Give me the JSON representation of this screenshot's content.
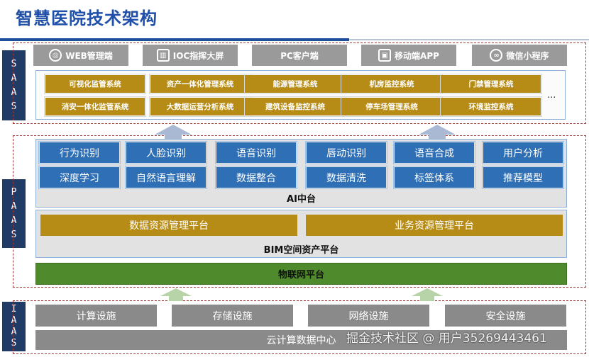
{
  "title": "智慧医院技术架构",
  "layers": {
    "saas": [
      "S",
      "A",
      "A",
      "S"
    ],
    "paas": [
      "P",
      "A",
      "A",
      "S"
    ],
    "iaas": [
      "I",
      "A",
      "A",
      "S"
    ]
  },
  "clients": [
    {
      "label": "WEB管理端",
      "icon": "globe-icon",
      "glyph": "◎"
    },
    {
      "label": "IOC指挥大屏",
      "icon": "bar-chart-icon",
      "glyph": "▥"
    },
    {
      "label": "PC客户端",
      "icon": "monitor-icon",
      "glyph": ""
    },
    {
      "label": "移动端APP",
      "icon": "app-icon",
      "glyph": "▣"
    },
    {
      "label": "微信小程序",
      "icon": "mini-program-icon",
      "glyph": "∞"
    }
  ],
  "systems": [
    "可视化监管系统",
    "资产一体化管理系统",
    "能源管理系统",
    "机房监控系统",
    "门禁管理系统",
    "消安一体化监管系统",
    "大数据运营分析系统",
    "建筑设备监控系统",
    "停车场管理系统",
    "环境监控系统"
  ],
  "systems_more": "...",
  "ai_cells": [
    "行为识别",
    "人脸识别",
    "语音识别",
    "唇动识别",
    "语音合成",
    "用户分析",
    "深度学习",
    "自然语言理解",
    "数据整合",
    "数据清洗",
    "标签体系",
    "推荐模型"
  ],
  "ai_platform": "AI中台",
  "resource_platforms": [
    "数据资源管理平台",
    "业务资源管理平台"
  ],
  "bim_platform": "BIM空间资产平台",
  "iot_platform": "物联网平台",
  "infrastructure": [
    "计算设施",
    "存储设施",
    "网络设施",
    "安全设施"
  ],
  "cloud_center": "云计算数据中心",
  "watermark": "掘金技术社区 @ 用户35269443461",
  "colors": {
    "title": "#1f4fa8",
    "layer_label": "#1f3b66",
    "gold": "#b78c16",
    "blue": "#2e6fb5",
    "green": "#4f8a2c",
    "gray": "#8a8a8a",
    "dashed_border": "#a03a3a"
  }
}
